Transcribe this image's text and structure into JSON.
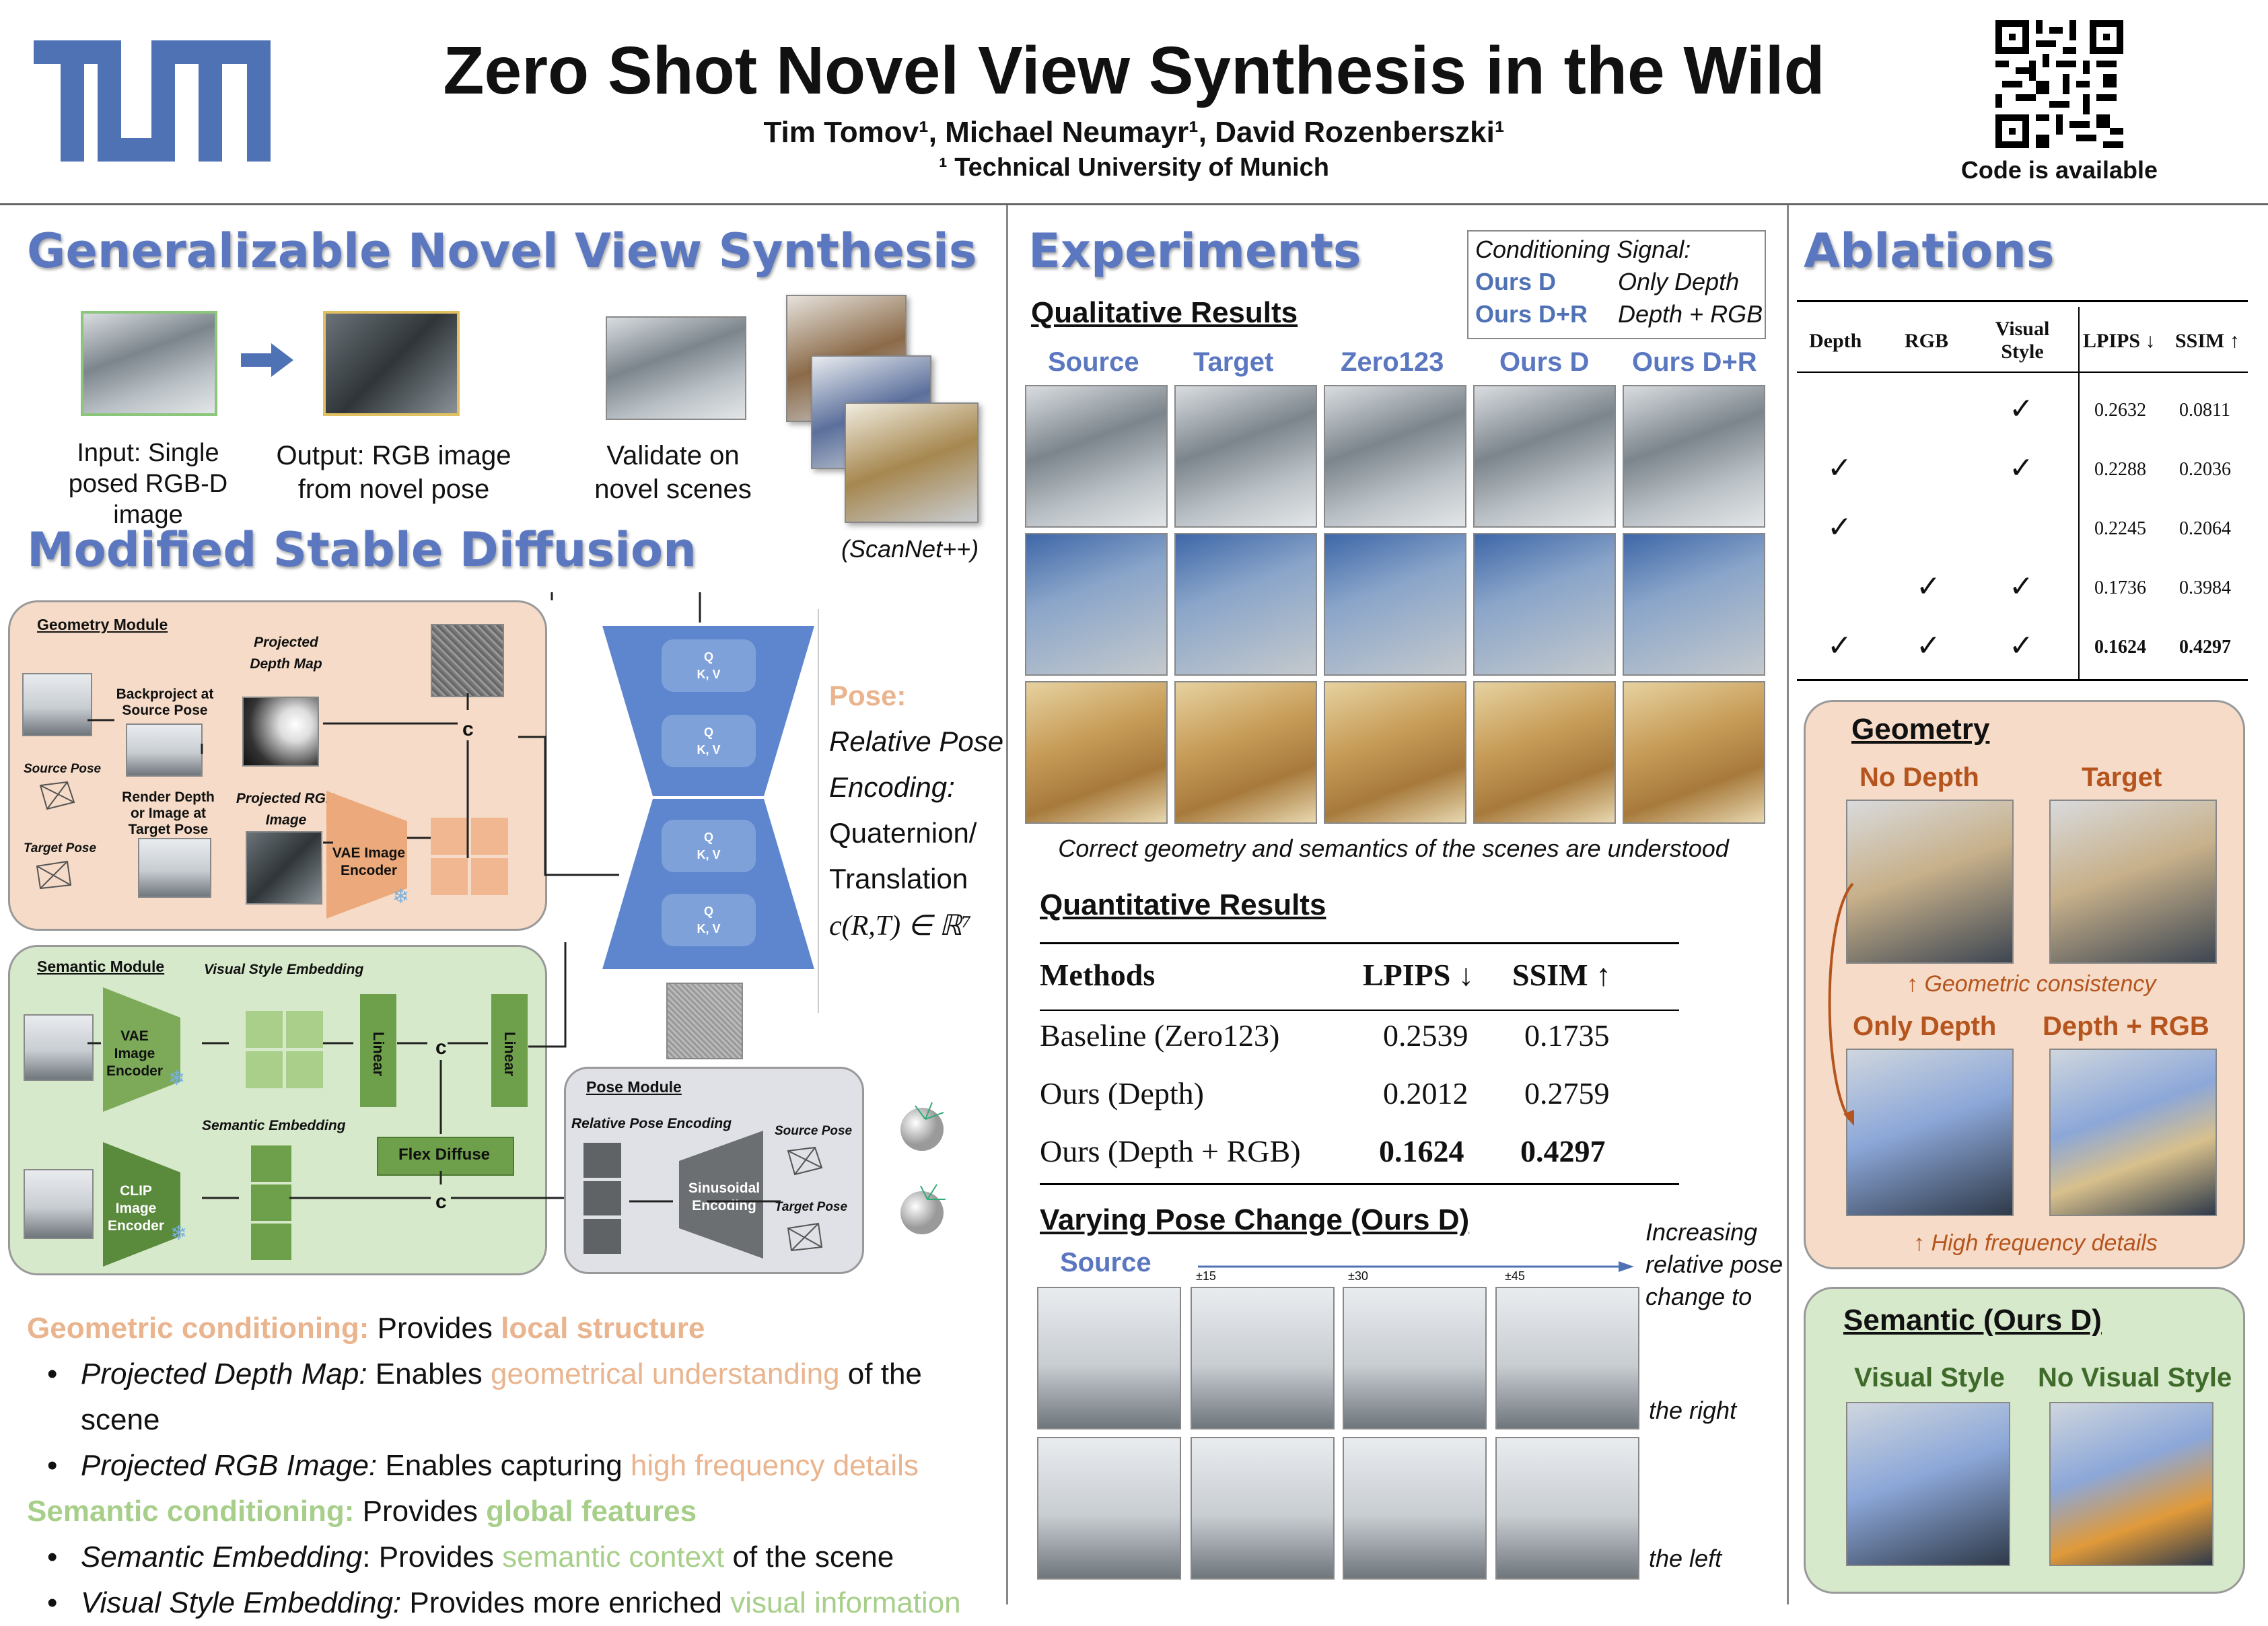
{
  "header": {
    "logo": "TUM",
    "title": "Zero Shot Novel View Synthesis in the Wild",
    "authors": "Tim Tomov¹, Michael Neumayr¹, David Rozenberszki¹",
    "affiliation": "¹ Technical University of Munich",
    "qr_label": "Code is available"
  },
  "nvs": {
    "title": "Generalizable Novel View Synthesis",
    "input_label": "Input: Single posed RGB-D image",
    "output_label": "Output: RGB image from novel pose",
    "validate_label": "Validate on novel scenes",
    "dataset_label": "(ScanNet++)"
  },
  "msd": {
    "title": "Modified Stable Diffusion",
    "geometry_module": "Geometry Module",
    "projected_depth_map": "Projected Depth Map",
    "backproject": "Backproject at Source Pose",
    "source_pose": "Source Pose",
    "target_pose": "Target Pose",
    "render_depth": "Render Depth or Image at Target Pose",
    "projected_rgb": "Projected RGB Image",
    "vae_encoder": "VAE Image Encoder",
    "concat": "c",
    "semantic_module": "Semantic Module",
    "visual_style_embedding": "Visual Style Embedding",
    "linear": "Linear",
    "semantic_embedding": "Semantic Embedding",
    "flex_diffuse": "Flex Diffuse",
    "clip_encoder": "CLIP Image Encoder",
    "pose_module": "Pose Module",
    "relative_pose_encoding": "Relative Pose Encoding",
    "sinusoidal": "Sinusoidal Encoding",
    "qkv": [
      "Q",
      "K, V"
    ],
    "pose_title": "Pose:",
    "pose_lines": [
      "Relative Pose",
      "Encoding:",
      "Quaternion/",
      "Translation"
    ],
    "pose_formula": "c(R,T) ∈ ℝ⁷"
  },
  "conditioning": {
    "geo_head": "Geometric conditioning:",
    "geo_provides": " Provides ",
    "geo_hl": "local structure",
    "b1_i": "Projected Depth Map:",
    "b1_a": " Enables ",
    "b1_hl": "geometrical understanding",
    "b1_b": " of the scene",
    "b2_i": "Projected RGB Image:",
    "b2_a": " Enables capturing ",
    "b2_hl": "high frequency details",
    "sem_head": "Semantic conditioning:",
    "sem_provides": " Provides ",
    "sem_hl": "global features",
    "b3_i": "Semantic Embedding",
    "b3_a": ": Provides ",
    "b3_hl": "semantic context",
    "b3_b": " of the scene",
    "b4_i": "Visual Style Embedding:",
    "b4_a": " Provides more enriched ",
    "b4_hl": "visual information"
  },
  "experiments": {
    "title": "Experiments",
    "cond_signal_title": "Conditioning Signal:",
    "cond_rows": [
      {
        "name": "Ours D",
        "desc": "Only Depth"
      },
      {
        "name": "Ours D+R",
        "desc": "Depth + RGB"
      }
    ],
    "qualitative_title": "Qualitative Results",
    "columns": [
      "Source",
      "Target",
      "Zero123",
      "Ours D",
      "Ours D+R"
    ],
    "caption": "Correct geometry and semantics of the scenes are understood",
    "quantitative_title": "Quantitative Results",
    "table_header": [
      "Methods",
      "LPIPS ↓",
      "SSIM ↑"
    ],
    "table_rows": [
      [
        "Baseline (Zero123)",
        "0.2539",
        "0.1735"
      ],
      [
        "Ours (Depth)",
        "0.2012",
        "0.2759"
      ],
      [
        "Ours (Depth + RGB)",
        "0.1624",
        "0.4297"
      ]
    ],
    "pose_change_title": "Varying Pose Change (Ours D)",
    "source_label": "Source",
    "angle_labels": [
      "±15",
      "±30",
      "±45"
    ],
    "increasing_text": [
      "Increasing",
      "relative pose",
      "change to"
    ],
    "right_text": "the right",
    "left_text": "the left"
  },
  "ablations": {
    "title": "Ablations",
    "header": [
      "Depth",
      "RGB",
      "Visual Style",
      "LPIPS ↓",
      "SSIM ↑"
    ],
    "check": "✓",
    "rows": [
      {
        "depth": false,
        "rgb": false,
        "visual": true,
        "lpips": "0.2632",
        "ssim": "0.0811"
      },
      {
        "depth": true,
        "rgb": false,
        "visual": true,
        "lpips": "0.2288",
        "ssim": "0.2036"
      },
      {
        "depth": true,
        "rgb": false,
        "visual": false,
        "lpips": "0.2245",
        "ssim": "0.2064"
      },
      {
        "depth": false,
        "rgb": true,
        "visual": true,
        "lpips": "0.1736",
        "ssim": "0.3984"
      },
      {
        "depth": true,
        "rgb": true,
        "visual": true,
        "lpips": "0.1624",
        "ssim": "0.4297"
      }
    ],
    "geometry_title": "Geometry",
    "no_depth": "No Depth",
    "target": "Target",
    "geometric_consistency": "↑ Geometric consistency",
    "only_depth": "Only Depth",
    "depth_rgb": "Depth + RGB",
    "high_freq": "↑ High frequency details",
    "semantic_title": "Semantic (Ours D)",
    "visual_style": "Visual Style",
    "no_visual_style": "No Visual Style"
  },
  "colors": {
    "accent_blue": "#5a77c0",
    "peach": "#f6dcc8",
    "green": "#d7e9cb",
    "slate": "#dfe1e6",
    "orange_text": "#b5541d",
    "green_text": "#3e6b2a"
  }
}
